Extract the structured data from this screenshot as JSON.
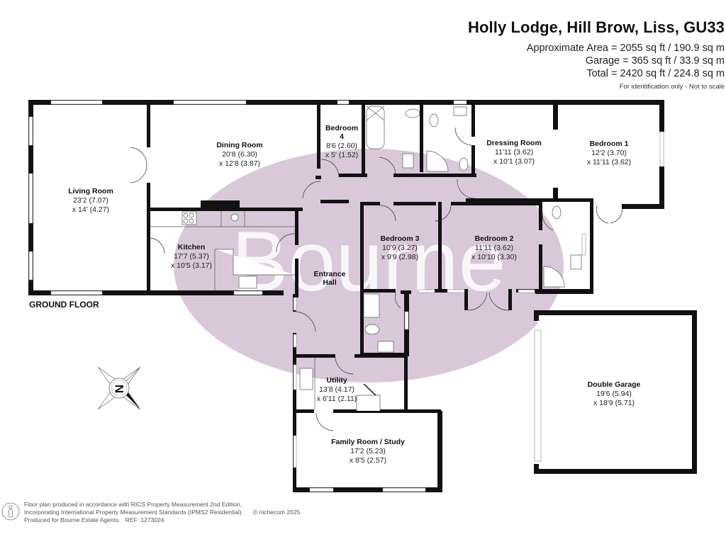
{
  "header": {
    "title": "Holly Lodge, Hill Brow, Liss, GU33",
    "approx_area": "Approximate Area = 2055 sq ft / 190.9 sq m",
    "garage_area": "Garage = 365 sq ft / 33.9 sq m",
    "total_area": "Total = 2420 sq ft / 224.8 sq m",
    "disclaimer": "For identification only - Not to scale"
  },
  "floor_label": "GROUND FLOOR",
  "watermark": {
    "text": "Bourne",
    "color": "#d6c3d6"
  },
  "colors": {
    "wall": "#111111",
    "watermark_fill": "#d8c6d8"
  },
  "rooms": [
    {
      "id": "living-room",
      "name": "Living Room",
      "dim1": "23'2 (7.07)",
      "dim2": "x 14' (4.27)"
    },
    {
      "id": "dining-room",
      "name": "Dining Room",
      "dim1": "20'8 (6.30)",
      "dim2": "x 12'8 (3.87)"
    },
    {
      "id": "bedroom-4",
      "name": "Bedroom",
      "name2": "4",
      "dim1": "8'6 (2.60)",
      "dim2": "x 5' (1.52)"
    },
    {
      "id": "dressing-room",
      "name": "Dressing Room",
      "dim1": "11'11 (3.62)",
      "dim2": "x 10'1 (3.07)"
    },
    {
      "id": "bedroom-1",
      "name": "Bedroom 1",
      "dim1": "12'2 (3.70)",
      "dim2": "x 11'11 (3.62)"
    },
    {
      "id": "kitchen",
      "name": "Kitchen",
      "dim1": "17'7 (5.37)",
      "dim2": "x 10'5 (3.17)"
    },
    {
      "id": "entrance-hall",
      "name": "Entrance",
      "name2": "Hall"
    },
    {
      "id": "bedroom-3",
      "name": "Bedroom 3",
      "dim1": "10'9 (3.27)",
      "dim2": "x 9'9 (2.98)"
    },
    {
      "id": "bedroom-2",
      "name": "Bedroom 2",
      "dim1": "11'11 (3.62)",
      "dim2": "x 10'10 (3.30)"
    },
    {
      "id": "utility",
      "name": "Utility",
      "dim1": "13'8 (4.17)",
      "dim2": "x 6'11 (2.11)"
    },
    {
      "id": "family-room",
      "name": "Family Room / Study",
      "dim1": "17'2 (5.23)",
      "dim2": "x 8'5 (2.57)"
    },
    {
      "id": "double-garage",
      "name": "Double Garage",
      "dim1": "19'6 (5.94)",
      "dim2": "x 18'9 (5.71)"
    }
  ],
  "compass": {
    "label": "N",
    "icon": "north-arrow-icon"
  },
  "footer": {
    "line1": "Floor plan produced in accordance with RICS Property Measurement 2nd Edition,",
    "line2": "Incorporating International Property Measurement Standards (IPMS2 Residential).",
    "copyright": "© nichecom 2025.",
    "line3": "Produced for Bourne Estate Agents.",
    "ref": "REF:  1273024",
    "icon": "person-icon"
  }
}
